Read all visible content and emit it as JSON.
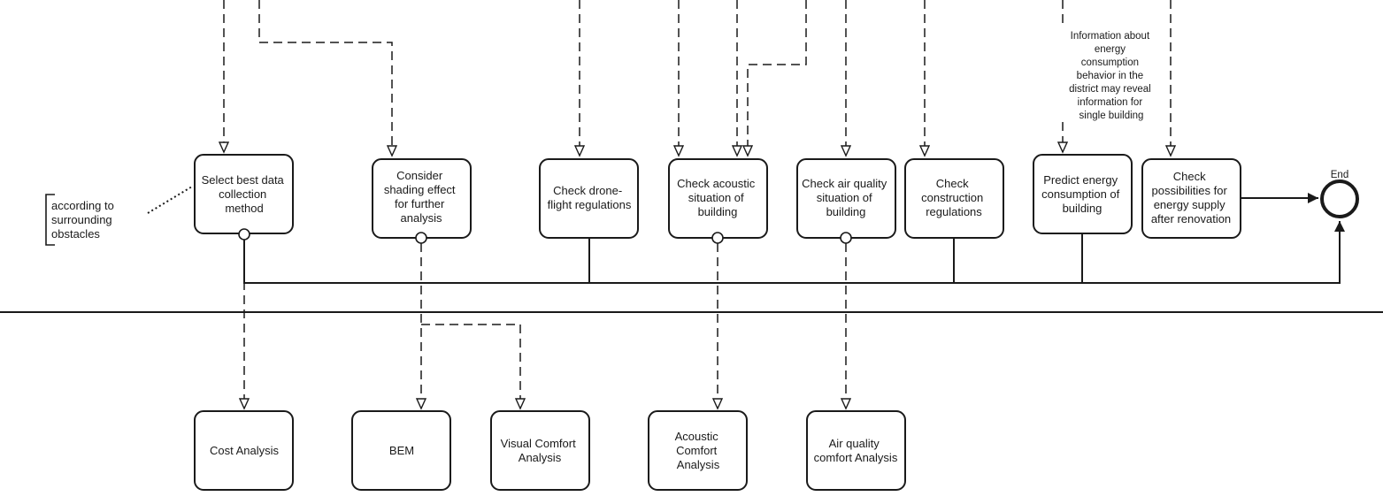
{
  "end_event": {
    "label": "End"
  },
  "annotations": {
    "obstacles": [
      "according to",
      "surrounding",
      "obstacles"
    ],
    "energy_info": [
      "Information about",
      "energy",
      "consumption",
      "behavior in the",
      "district may reveal",
      "information for",
      "single building"
    ]
  },
  "tasks": {
    "select_data": [
      "Select best data",
      "collection",
      "method"
    ],
    "shading": [
      "Consider",
      "shading effect",
      "for further",
      "analysis"
    ],
    "drone": [
      "Check drone-",
      "flight regulations"
    ],
    "acoustic": [
      "Check acoustic",
      "situation of",
      "building"
    ],
    "air_quality": [
      "Check air quality",
      "situation of",
      "building"
    ],
    "construction": [
      "Check",
      "construction",
      "regulations"
    ],
    "predict_energy": [
      "Predict energy",
      "consumption of",
      "building"
    ],
    "energy_supply": [
      "Check",
      "possibilities for",
      "energy supply",
      "after renovation"
    ]
  },
  "analyses": {
    "cost": [
      "Cost Analysis"
    ],
    "bem": [
      "BEM"
    ],
    "visual": [
      "Visual Comfort",
      "Analysis"
    ],
    "acoustic_comfort": [
      "Acoustic",
      "Comfort",
      "Analysis"
    ],
    "air_comfort": [
      "Air quality",
      "comfort Analysis"
    ]
  }
}
